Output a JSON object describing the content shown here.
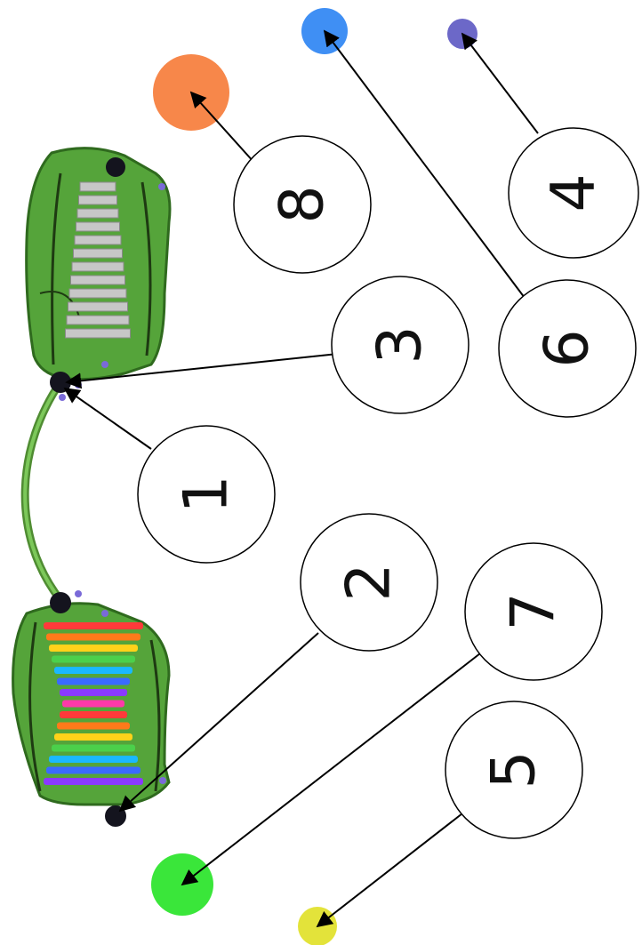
{
  "diagram": {
    "callouts": [
      {
        "id": "1",
        "label": "1"
      },
      {
        "id": "2",
        "label": "2"
      },
      {
        "id": "3",
        "label": "3"
      },
      {
        "id": "4",
        "label": "4"
      },
      {
        "id": "5",
        "label": "5"
      },
      {
        "id": "6",
        "label": "6"
      },
      {
        "id": "7",
        "label": "7"
      },
      {
        "id": "8",
        "label": "8"
      }
    ],
    "color_dots": [
      {
        "callout": "8",
        "color": "#f7874a"
      },
      {
        "callout": "6",
        "color": "#3f8ff4"
      },
      {
        "callout": "4",
        "color": "#6c68c8"
      },
      {
        "callout": "7",
        "color": "#3ae63a"
      },
      {
        "callout": "5",
        "color": "#e3e33a"
      }
    ],
    "colors": {
      "panel_green": "#55a43a",
      "panel_edge": "#2f6a1e",
      "post": "#14141e",
      "cable": "#6ab84a",
      "metal_bar": "#c7c7c7",
      "bar_rainbow": [
        "#ff3a3a",
        "#ff7a1a",
        "#ffd21a",
        "#4bd04b",
        "#1ab8ff",
        "#3a6aff",
        "#8a3aff",
        "#ff3aa8"
      ]
    }
  }
}
